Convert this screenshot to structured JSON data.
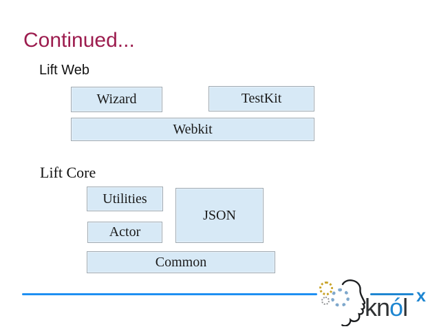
{
  "slide": {
    "title": "Continued...",
    "sections": {
      "web": {
        "label": "Lift Web"
      },
      "core": {
        "label": "Lift Core"
      }
    }
  },
  "diagram": {
    "boxes": {
      "wizard": "Wizard",
      "testkit": "TestKit",
      "webkit": "Webkit",
      "utilities": "Utilities",
      "json": "JSON",
      "actor": "Actor",
      "common": "Common"
    }
  },
  "logo": {
    "text_kn": "kn",
    "text_o": "ó",
    "text_l": "l",
    "superscript": "x"
  },
  "colors": {
    "title_text": "#9C1C4E",
    "box_fill": "#D7E9F6",
    "box_border": "#9FA9B1",
    "divider_blue": "#1E8FF2",
    "logo_blue": "#1E86D1",
    "logo_dark": "#2E3133",
    "gear_yellow": "#C9A42A",
    "gear_gray": "#8F9193",
    "gear_blue": "#7FA8CC"
  }
}
